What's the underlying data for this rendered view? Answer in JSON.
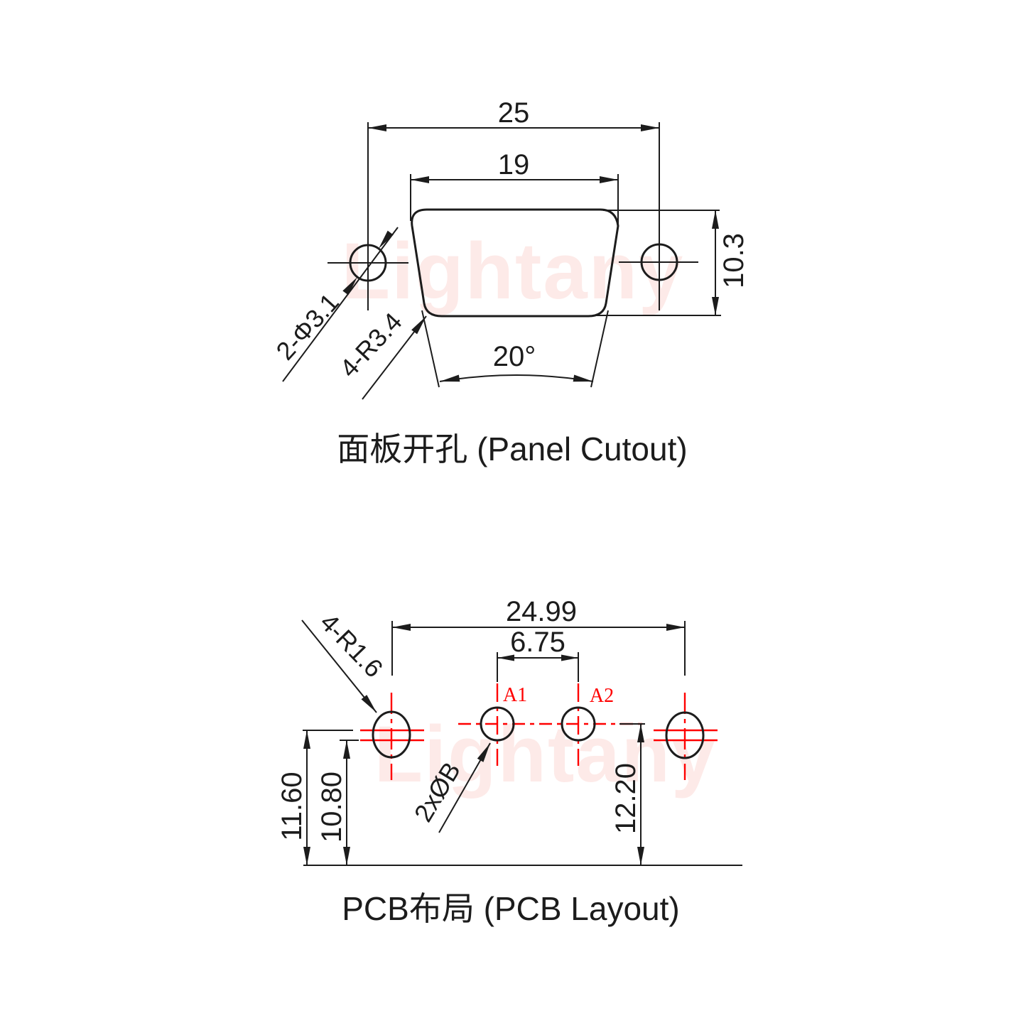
{
  "watermark_text": "Lightany",
  "colors": {
    "line": "#1c1c1c",
    "red": "#ff0000",
    "watermark": "#fdeae8"
  },
  "panel_cutout": {
    "title": "面板开孔 (Panel Cutout)",
    "dim_outer_width": "25",
    "dim_inner_width": "19",
    "dim_height": "10.3",
    "dim_angle": "20°",
    "label_holes": "2-Φ3.1",
    "label_corners": "4-R3.4"
  },
  "pcb_layout": {
    "title": "PCB布局 (PCB Layout)",
    "dim_span": "24.99",
    "dim_pitch": "6.75",
    "dim_outer_height": "11.60",
    "dim_inner_height": "10.80",
    "dim_row_height": "12.20",
    "label_corners": "4-R1.6",
    "label_holes": "2xØB",
    "pin_labels": [
      "A1",
      "A2"
    ]
  }
}
